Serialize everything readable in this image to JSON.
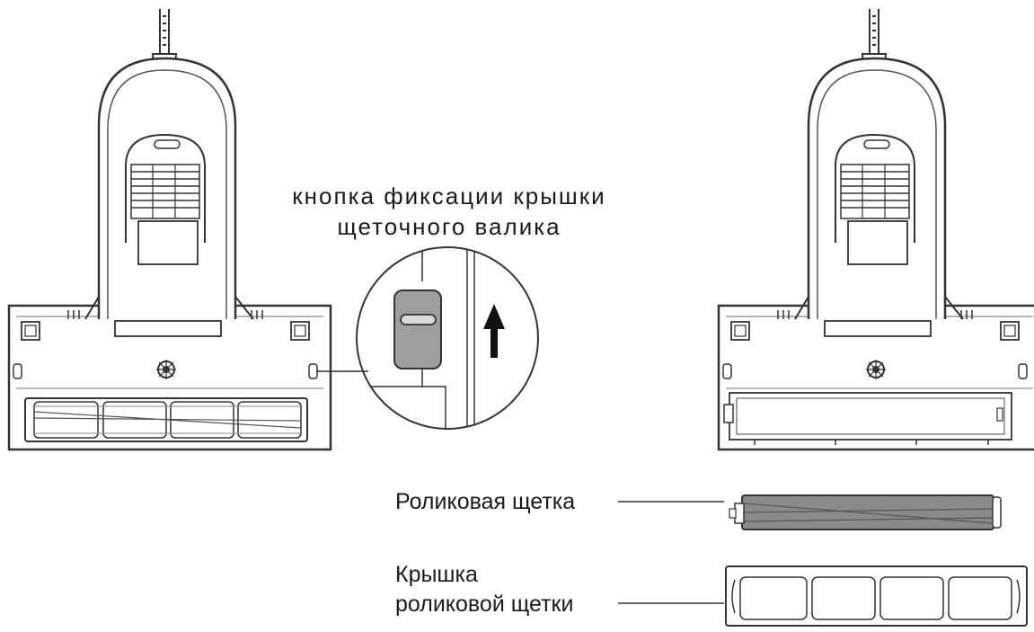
{
  "labels": {
    "lock_button": {
      "line1": "кнопка фиксации крышки",
      "line2": "щеточного валика"
    },
    "roller_brush": "Роликовая щетка",
    "brush_cover": {
      "line1": "Крышка",
      "line2": "роликовой щетки"
    }
  },
  "colors": {
    "stroke": "#333333",
    "lock_button_fill": "#9e9e9e",
    "roller_fill": "#8a8a8a"
  },
  "icons": {
    "arrow": "up-arrow-icon"
  }
}
